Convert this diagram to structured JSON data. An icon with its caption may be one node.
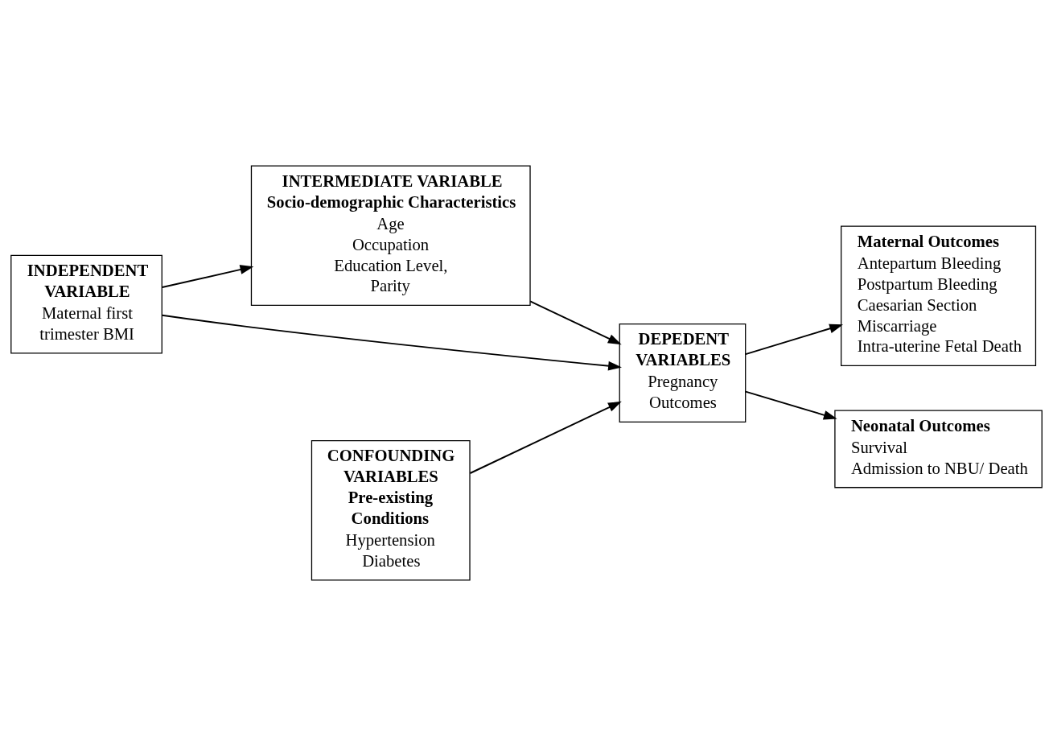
{
  "diagram": {
    "nodes": [
      {
        "text": [
          "INDEPENDENT VARIABLE",
          "Maternal first trimester BMI"
        ]
      },
      {
        "text": [
          "INTERMEDIATE VARIABLE",
          "Socio-demographic Characteristics",
          "Age",
          "Occupation",
          "Education Level,",
          "Parity"
        ]
      },
      {
        "text": [
          "DEPEDENT VARIABLES",
          "Pregnancy Outcomes"
        ]
      },
      {
        "text": [
          "Maternal Outcomes",
          "Antepartum Bleeding",
          "Postpartum Bleeding",
          "Caesarian Section",
          "Miscarriage",
          "Intra-uterine Fetal Death"
        ]
      },
      {
        "text": [
          "Neonatal Outcomes",
          "Survival",
          "Admission to NBU/ Death"
        ]
      },
      {
        "text": [
          "CONFOUNDING VARIABLES",
          "Pre-existing Conditions",
          "Hypertension",
          "Diabetes"
        ]
      }
    ],
    "edges": [
      {
        "from": 0,
        "to": 1,
        "arrow": "to"
      },
      {
        "from": 1,
        "to": 2,
        "arrow": "to"
      },
      {
        "from": 0,
        "to": 2,
        "arrow": "to"
      },
      {
        "from": 5,
        "to": 2,
        "arrow": "to"
      },
      {
        "from": 2,
        "to": 3,
        "arrow": "to"
      },
      {
        "from": 2,
        "to": 4,
        "arrow": "to"
      }
    ]
  }
}
